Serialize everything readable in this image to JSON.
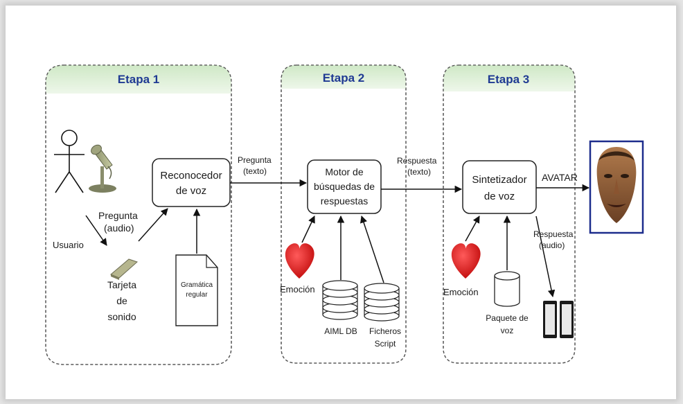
{
  "stages": [
    {
      "title": "Etapa 1"
    },
    {
      "title": "Etapa 2"
    },
    {
      "title": "Etapa 3"
    }
  ],
  "stage1": {
    "user_label": "Usuario",
    "question_audio_label": [
      "Pregunta",
      "(audio)"
    ],
    "sound_card_label": [
      "Tarjeta",
      "de",
      "sonido"
    ],
    "recognizer_label": [
      "Reconocedor",
      "de voz"
    ],
    "grammar_label": [
      "Gramática",
      "regular"
    ]
  },
  "stage2": {
    "question_text_label": [
      "Pregunta",
      "(texto)"
    ],
    "engine_label": [
      "Motor de",
      "búsquedas de",
      "respuestas"
    ],
    "emotion_label": "Emoción",
    "aiml_label": "AIML DB",
    "scripts_label": [
      "Ficheros",
      "Script"
    ]
  },
  "stage3": {
    "answer_text_label": [
      "Respuesta",
      "(texto)"
    ],
    "synth_label": [
      "Sintetizador",
      "de voz"
    ],
    "emotion_label": "Emoción",
    "voice_pkg_label": [
      "Paquete de",
      "voz"
    ],
    "answer_audio_label": [
      "Respuesta",
      "(audio)"
    ]
  },
  "avatar_label": "AVATAR",
  "colors": {
    "stage_header": "#dcefd6",
    "heart": "#e01818",
    "avatar_border": "#1c2c8c",
    "stage_title": "#1f3a93"
  }
}
